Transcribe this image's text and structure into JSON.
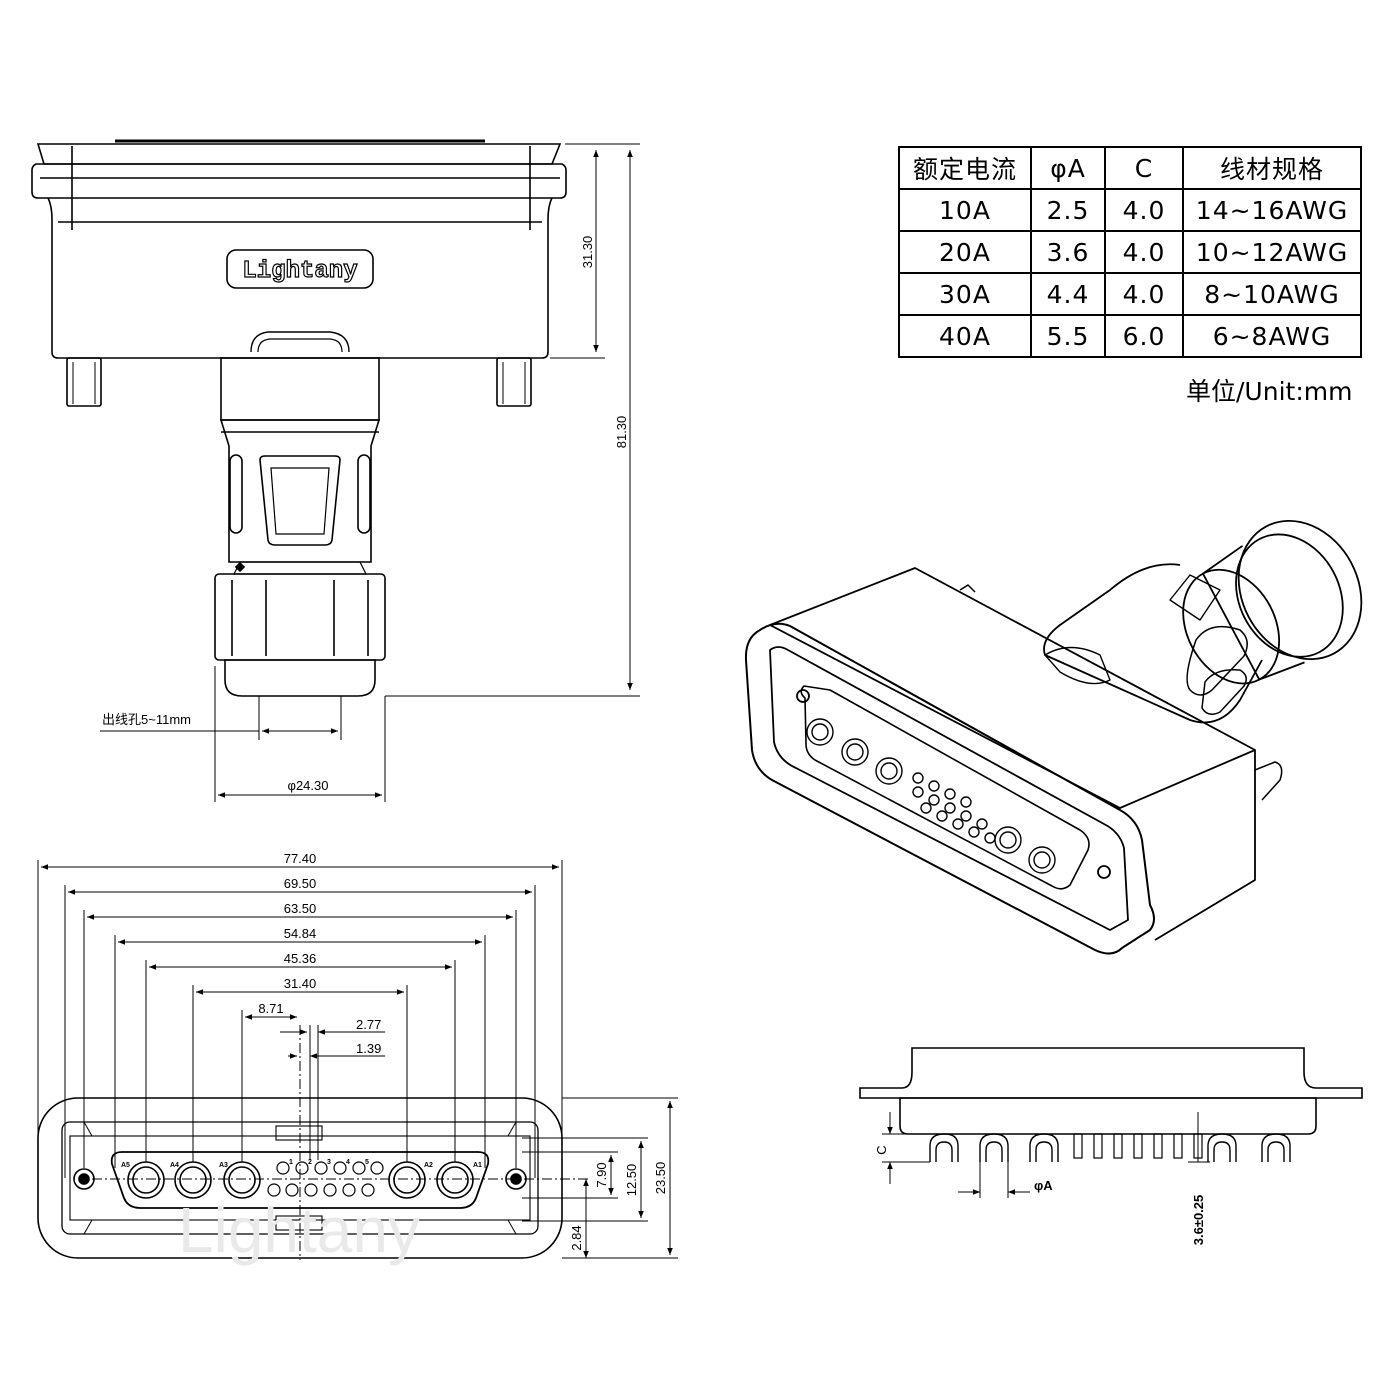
{
  "spec_table": {
    "headers": [
      "额定电流",
      "φA",
      "C",
      "线材规格"
    ],
    "rows": [
      [
        "10A",
        "2.5",
        "4.0",
        "14~16AWG"
      ],
      [
        "20A",
        "3.6",
        "4.0",
        "10~12AWG"
      ],
      [
        "30A",
        "4.4",
        "4.0",
        "8~10AWG"
      ],
      [
        "40A",
        "5.5",
        "6.0",
        "6~8AWG"
      ]
    ],
    "unit_label": "单位/Unit:mm"
  },
  "brand_logo_text": "Lightany",
  "side_view": {
    "dim_height_body": "31.30",
    "dim_height_total": "81.30",
    "cable_hole_label": "出线孔5~11mm",
    "dim_diameter": "φ24.30"
  },
  "front_view": {
    "dims_horizontal": [
      "77.40",
      "69.50",
      "63.50",
      "54.84",
      "45.36",
      "31.40",
      "8.71",
      "2.77",
      "1.39"
    ],
    "dims_vertical": [
      "7.90",
      "12.50",
      "23.50",
      "2.84"
    ],
    "pin_labels_top": [
      "A5",
      "A4",
      "A3",
      "1",
      "2",
      "3",
      "4",
      "5",
      "A2",
      "A1"
    ]
  },
  "profile_view": {
    "dim_c": "C",
    "dim_phi_a": "φA",
    "dim_pin_length": "3.6±0.25"
  },
  "colors": {
    "line": "#000000",
    "watermark": "#e9e9e9"
  }
}
